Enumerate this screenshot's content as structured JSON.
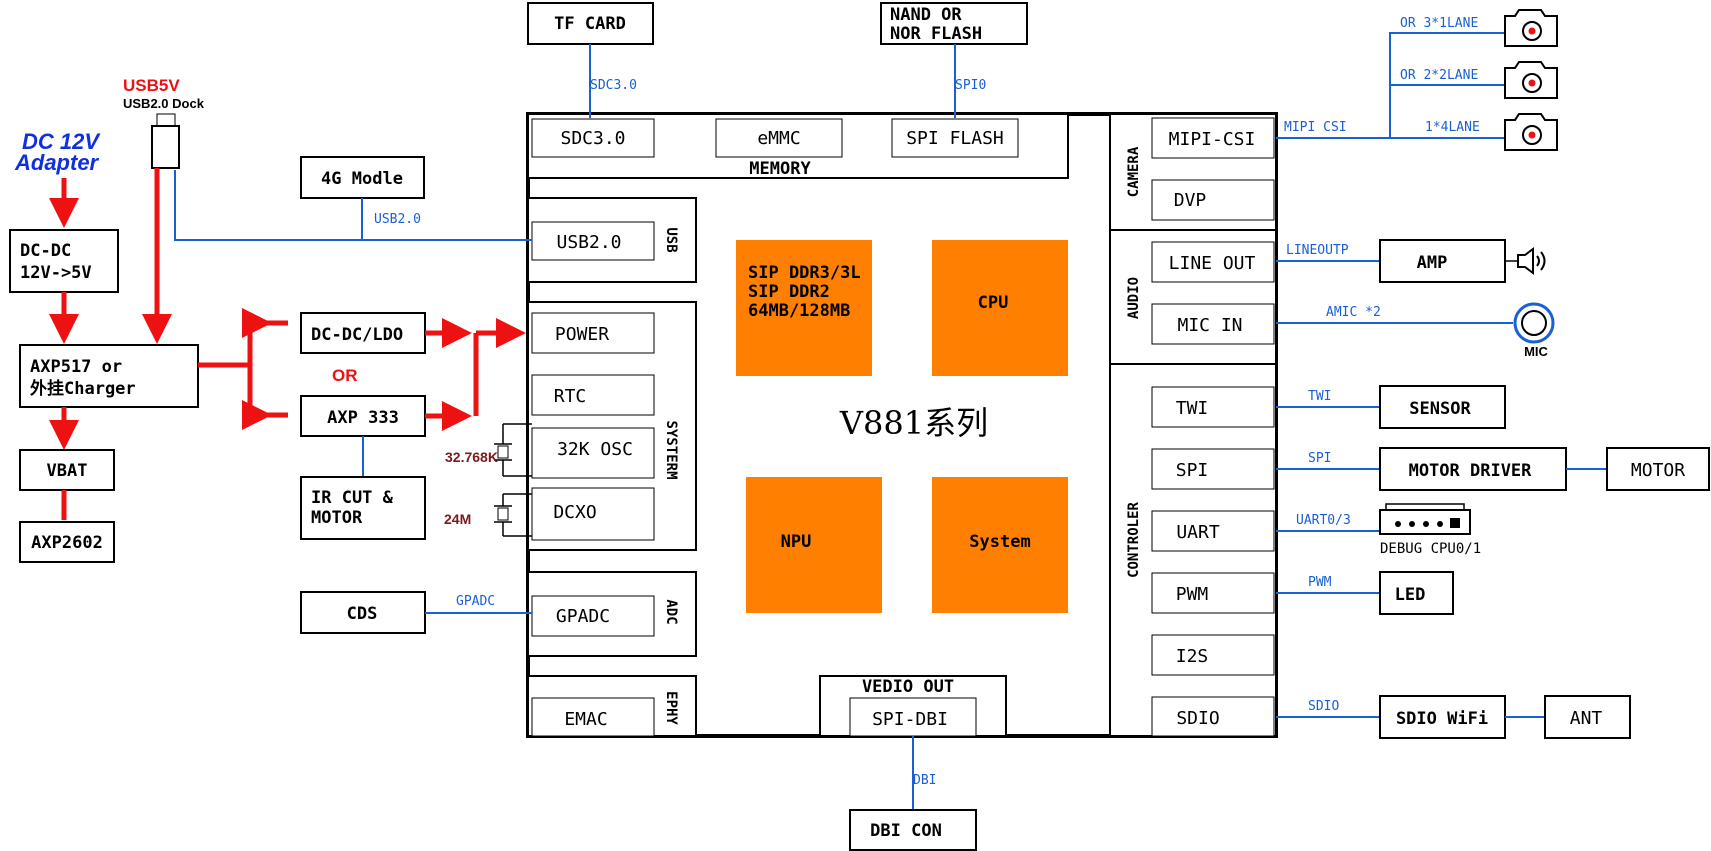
{
  "chip": {
    "title": "V881系列",
    "core_blocks": {
      "ddr_lines": [
        "SIP DDR3/3L",
        "SIP DDR2",
        "64MB/128MB"
      ],
      "cpu": "CPU",
      "npu": "NPU",
      "system": "System"
    },
    "memory": {
      "label": "MEMORY",
      "sdc": "SDC3.0",
      "emmc": "eMMC",
      "spi_flash": "SPI FLASH"
    },
    "usb": {
      "label": "USB",
      "port": "USB2.0"
    },
    "systerm": {
      "label": "SYSTERM",
      "power": "POWER",
      "rtc": "RTC",
      "osc": "32K OSC",
      "dcxo": "DCXO"
    },
    "adc": {
      "label": "ADC",
      "gpadc": "GPADC"
    },
    "ephy": {
      "label": "EPHY",
      "emac": "EMAC"
    },
    "video_out": {
      "label": "VEDIO OUT",
      "spi_dbi": "SPI-DBI"
    },
    "camera": {
      "label": "CAMERA",
      "mipi": "MIPI-CSI",
      "dvp": "DVP"
    },
    "audio": {
      "label": "AUDIO",
      "line_out": "LINE OUT",
      "mic_in": "MIC IN"
    },
    "controler": {
      "label": "CONTROLER",
      "twi": "TWI",
      "spi": "SPI",
      "uart": "UART",
      "pwm": "PWM",
      "i2s": "I2S",
      "sdio": "SDIO"
    }
  },
  "external": {
    "tf_card": "TF CARD",
    "nand_lines": [
      "NAND OR",
      "NOR FLASH"
    ],
    "modle_4g": "4G Modle",
    "dcdc_ldo": "DC-DC/LDO",
    "or_text": "OR",
    "axp333": "AXP 333",
    "ircut_lines": [
      "IR CUT &",
      "MOTOR"
    ],
    "cds": "CDS",
    "dbi_con": "DBI CON",
    "amp": "AMP",
    "sensor": "SENSOR",
    "motor_driver": "MOTOR DRIVER",
    "motor": "MOTOR",
    "led": "LED",
    "sdio_wifi": "SDIO WiFi",
    "ant": "ANT",
    "debug": "DEBUG CPU0/1",
    "mic": "MIC",
    "cam_lane1": "OR 3*1LANE",
    "cam_lane2": "OR 2*2LANE",
    "cam_lane3": "1*4LANE"
  },
  "power": {
    "dc_adapter_lines": [
      "DC 12V",
      "Adapter"
    ],
    "usb5v": "USB5V",
    "usb_dock": "USB2.0 Dock",
    "dcdc_lines": [
      "DC-DC",
      "12V->5V"
    ],
    "axp517_lines": [
      "AXP517 or",
      "外挂Charger"
    ],
    "vbat": "VBAT",
    "axp2602": "AXP2602",
    "crystal_32k": "32.768K",
    "crystal_24m": "24M"
  },
  "signals": {
    "sdc": "SDC3.0",
    "spi0": "SPI0",
    "usb": "USB2.0",
    "gpadc": "GPADC",
    "dbi": "DBI",
    "mipi_csi": "MIPI CSI",
    "lineoutp": "LINEOUTP",
    "amic": "AMIC *2",
    "twi": "TWI",
    "spi": "SPI",
    "uart": "UART0/3",
    "pwm": "PWM",
    "sdio": "SDIO"
  }
}
